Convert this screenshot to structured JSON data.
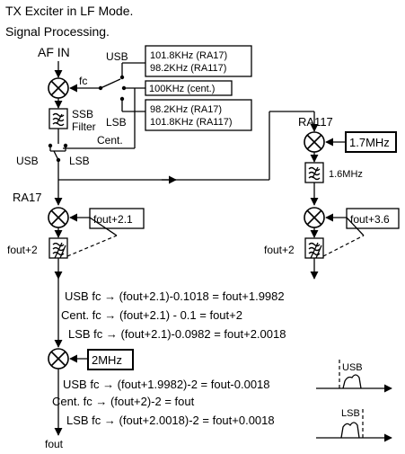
{
  "title_line1": "TX Exciter in LF Mode.",
  "title_line2": "Signal Processing.",
  "af_in": "AF IN",
  "fc_label": "fc",
  "usb_top": "USB",
  "lsb_top": "LSB",
  "cent_top": "Cent.",
  "usb_box": {
    "line1": "101.8KHz (RA17)",
    "line2": "98.2KHz (RA117)"
  },
  "cent_box": "100KHz (cent.)",
  "lsb_box": {
    "line1": "98.2KHz (RA17)",
    "line2": "101.8KHz (RA117)"
  },
  "ssb_filter": {
    "line1": "SSB",
    "line2": "Filter"
  },
  "switch_usb": "USB",
  "switch_lsb": "LSB",
  "ra17": "RA17",
  "ra117": "RA117",
  "lo_17mhz": "1.7MHz",
  "filter_16mhz": "1.6MHz",
  "lo_fout_21": "fout+2.1",
  "lo_fout_36": "fout+3.6",
  "fout_plus2_left": "fout+2",
  "fout_plus2_right": "fout+2",
  "eq1": "USB fc → (fout+2.1)-0.1018 = fout+1.9982",
  "eq2": "Cent. fc → (fout+2.1) - 0.1 = fout+2",
  "eq3": "LSB fc → (fout+2.1)-0.0982 = fout+2.0018",
  "lo_2mhz": "2MHz",
  "eq4": "USB fc → (fout+1.9982)-2 = fout-0.0018",
  "eq5": "Cent. fc → (fout+2)-2 = fout",
  "eq6": "LSB fc → (fout+2.0018)-2 = fout+0.0018",
  "spectrum_usb": "USB",
  "spectrum_lsb": "LSB",
  "fout_out": "fout"
}
